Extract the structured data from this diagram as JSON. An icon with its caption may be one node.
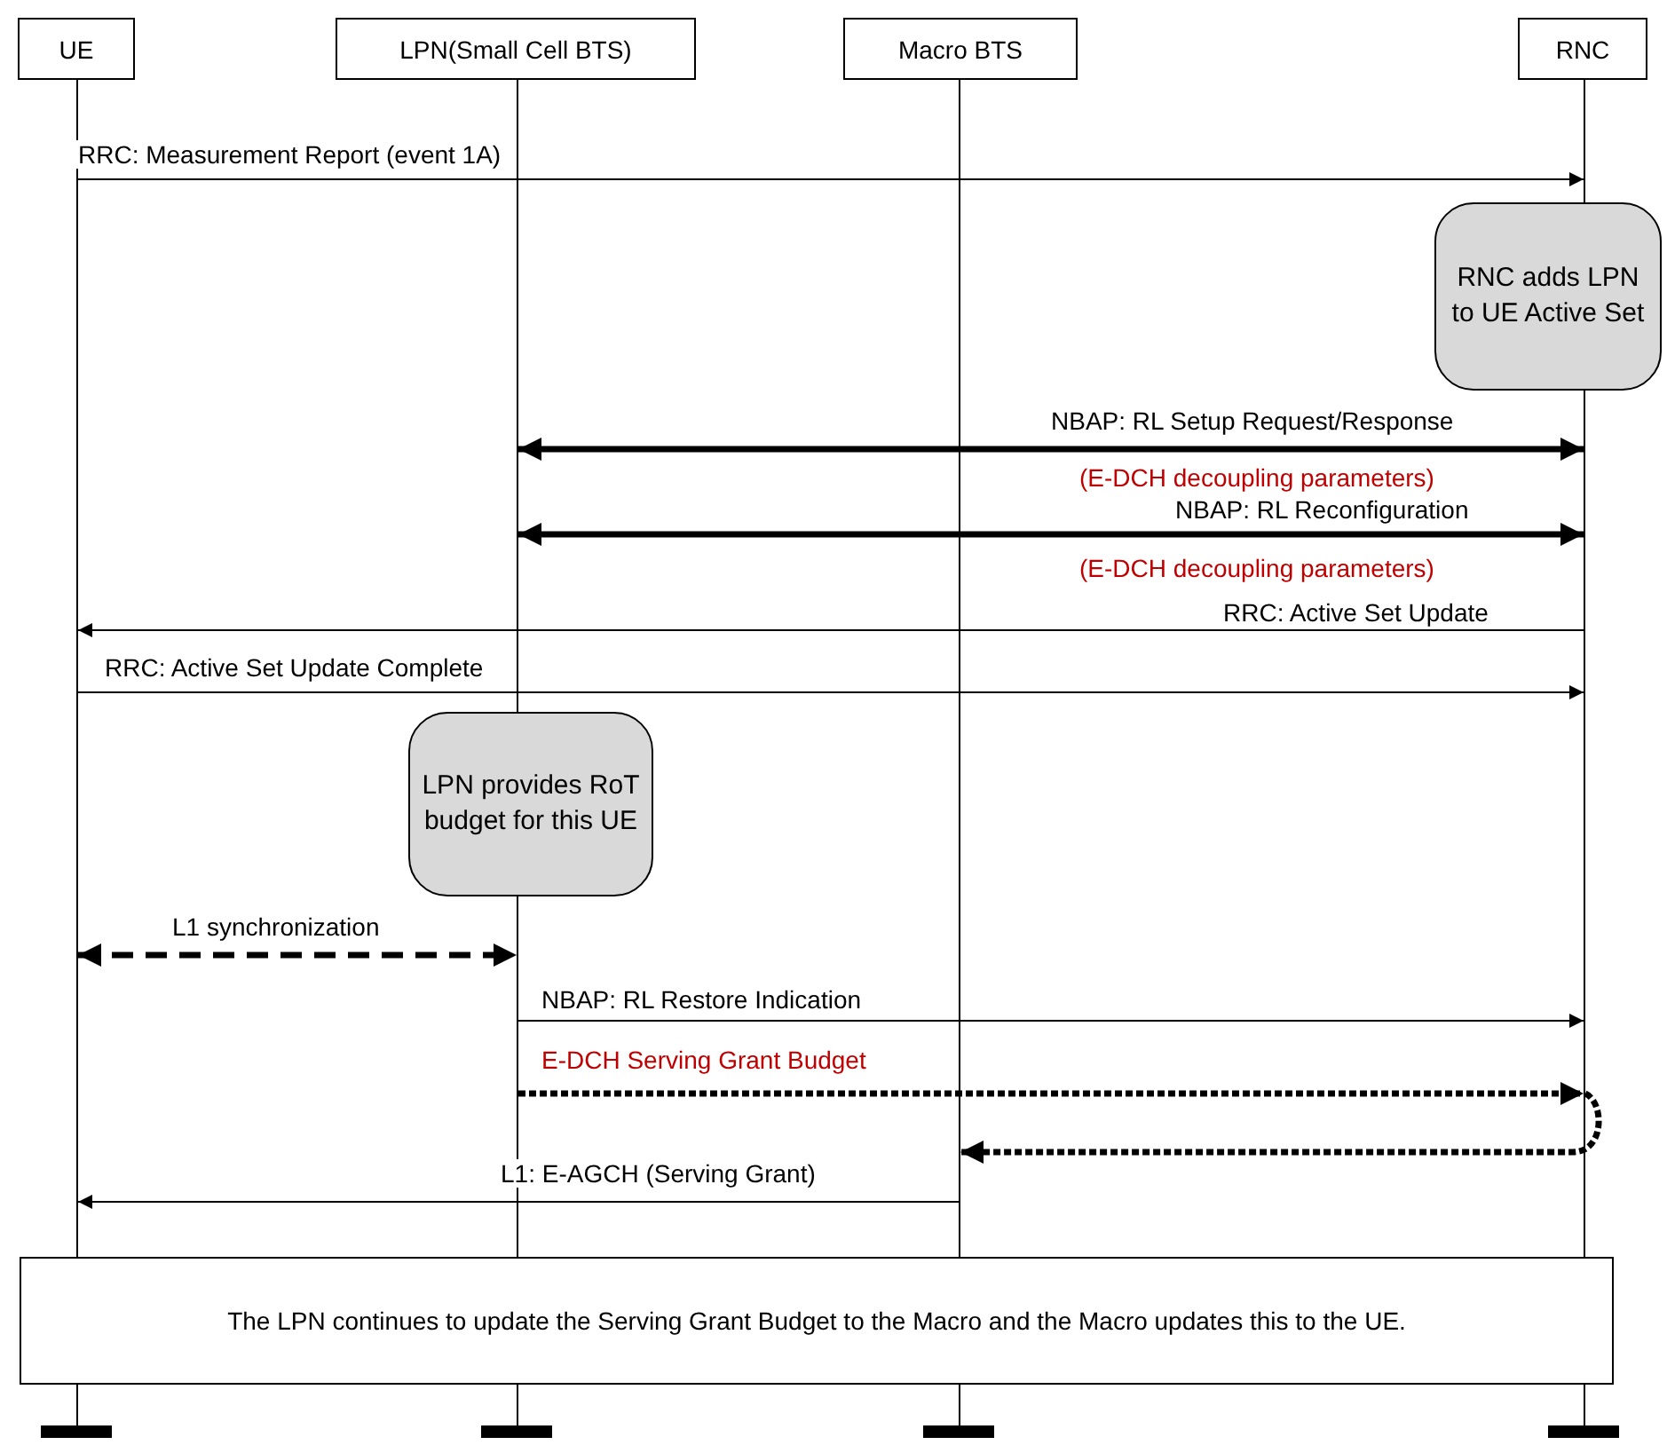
{
  "diagram": {
    "nodes": [
      {
        "text": [
          "UE"
        ]
      },
      {
        "text": [
          "LPN(Small Cell BTS)"
        ]
      },
      {
        "text": [
          "Macro BTS"
        ]
      },
      {
        "text": [
          "RNC"
        ]
      },
      {
        "text": [
          "RNC adds LPN to UE Active Set"
        ]
      },
      {
        "text": [
          "LPN provides RoT budget for this UE"
        ]
      },
      {
        "text": [
          "The LPN continues to update the Serving Grant Budget to the Macro and the Macro updates this to the UE."
        ]
      },
      {
        "text": [],
        "shape": "line"
      },
      {
        "text": [],
        "shape": "line"
      },
      {
        "text": [],
        "shape": "line"
      },
      {
        "text": [],
        "shape": "line"
      },
      {
        "text": [],
        "shape": "bar"
      },
      {
        "text": [],
        "shape": "bar"
      },
      {
        "text": [],
        "shape": "bar"
      },
      {
        "text": [],
        "shape": "bar"
      }
    ],
    "edges": [
      {
        "from": 7,
        "to": 10,
        "arrow": "to",
        "label": "RRC: Measurement Report (event 1A)"
      },
      {
        "from": 8,
        "to": 10,
        "arrow": "both",
        "style": "thick",
        "label": "NBAP: RL Setup Request/Response"
      },
      {
        "from": 8,
        "to": 10,
        "arrow": "both",
        "style": "thick",
        "label": "NBAP: RL Reconfiguration"
      },
      {
        "from": 10,
        "to": 7,
        "arrow": "to",
        "label": "RRC: Active Set Update"
      },
      {
        "from": 7,
        "to": 10,
        "arrow": "to",
        "label": "RRC: Active Set Update Complete"
      },
      {
        "from": 7,
        "to": 8,
        "arrow": "both",
        "style": "dashed",
        "label": "L1 synchronization"
      },
      {
        "from": 8,
        "to": 10,
        "arrow": "to",
        "label": "NBAP: RL Restore Indication"
      },
      {
        "from": 8,
        "to": 10,
        "arrow": "to",
        "style": "dashed",
        "label": "E-DCH Serving Grant Budget"
      },
      {
        "from": 10,
        "to": 9,
        "arrow": "to",
        "style": "dashed"
      },
      {
        "from": 9,
        "to": 7,
        "arrow": "to",
        "label": "L1: E-AGCH (Serving Grant)"
      }
    ],
    "labels": [
      "(E-DCH decoupling parameters)",
      "(E-DCH decoupling parameters)"
    ]
  }
}
